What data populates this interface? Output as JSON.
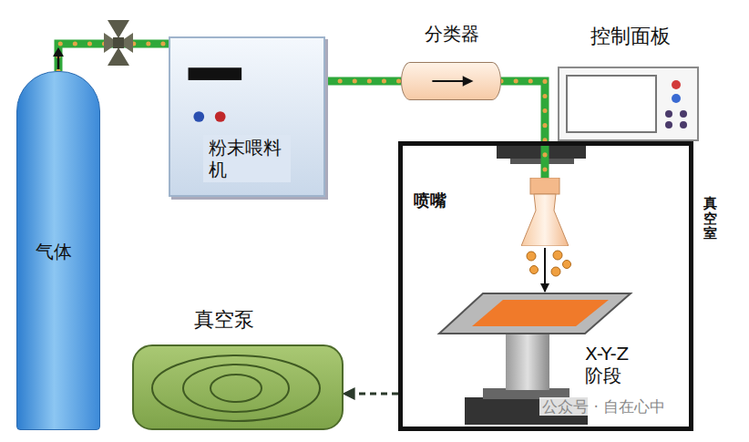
{
  "diagram": {
    "nodes": [
      {
        "text": [
          "气体"
        ]
      },
      {
        "text": [
          "粉末喂料机"
        ]
      },
      {
        "text": [
          "分类器"
        ]
      },
      {
        "text": [
          "控制面板"
        ]
      },
      {
        "text": [
          "真空室"
        ]
      },
      {
        "text": [
          "喷嘴"
        ],
        "in": 4
      },
      {
        "text": [
          "X-Y-Z 阶段"
        ],
        "in": 4
      },
      {
        "text": [
          "真空泵"
        ]
      }
    ],
    "edges": [
      {
        "from": 0,
        "to": 1,
        "arrow": "none"
      },
      {
        "from": 1,
        "to": 2,
        "arrow": "none"
      },
      {
        "from": 2,
        "to": 5,
        "arrow": "none"
      },
      {
        "from": 3,
        "to": 4,
        "arrow": "none"
      },
      {
        "from": 5,
        "to": 6,
        "arrow": "to"
      },
      {
        "from": 4,
        "to": 7,
        "arrow": "to"
      }
    ],
    "labels": [
      "公众号 · 自在心中"
    ]
  }
}
